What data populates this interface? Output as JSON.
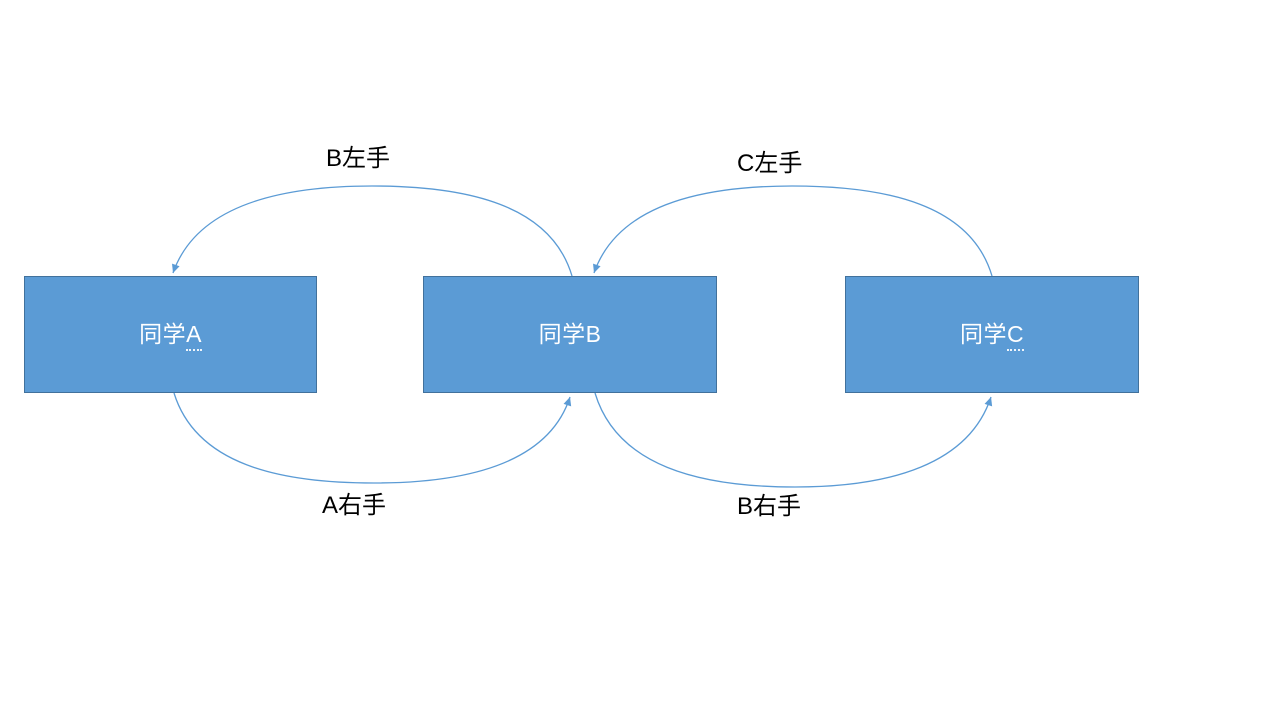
{
  "slide": {
    "background": "#ffffff"
  },
  "colors": {
    "slide_bg": "#ffffff",
    "node_fill": "#5b9bd5",
    "node_border": "#41719c",
    "node_text": "#ffffff",
    "connector": "#5b9bd5",
    "edge_label_text": "#000000"
  },
  "nodes": [
    {
      "id": "A",
      "prefix": "同学",
      "letter": "A",
      "spellcheck_underline": true
    },
    {
      "id": "B",
      "prefix": "同学",
      "letter": "B",
      "spellcheck_underline": false
    },
    {
      "id": "C",
      "prefix": "同学",
      "letter": "C",
      "spellcheck_underline": true
    }
  ],
  "edges": [
    {
      "label": "B左手",
      "from": "同学B",
      "to": "同学A",
      "position": "top",
      "arrow_at": "同学A"
    },
    {
      "label": "C左手",
      "from": "同学C",
      "to": "同学B",
      "position": "top",
      "arrow_at": "同学B"
    },
    {
      "label": "A右手",
      "from": "同学A",
      "to": "同学B",
      "position": "bottom",
      "arrow_at": "同学B"
    },
    {
      "label": "B右手",
      "from": "同学B",
      "to": "同学C",
      "position": "bottom",
      "arrow_at": "同学C"
    }
  ]
}
